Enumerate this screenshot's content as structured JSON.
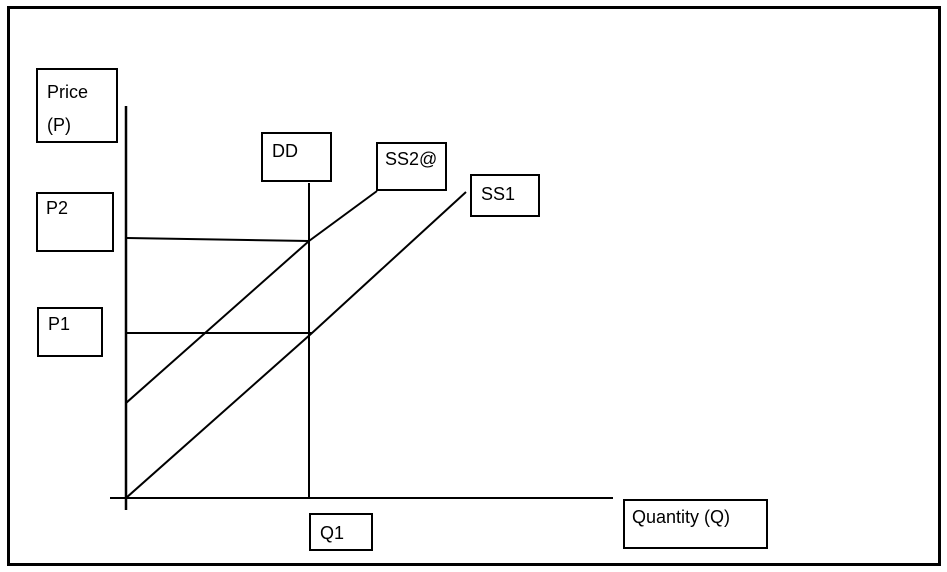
{
  "diagram": {
    "type": "supply-demand-diagram",
    "labels": {
      "price_axis_line1": "Price",
      "price_axis_line2": "(P)",
      "p2": "P2",
      "p1": "P1",
      "demand_curve": "DD",
      "supply_curve_2": "SS2@",
      "supply_curve_1": "SS1",
      "q1": "Q1",
      "quantity_axis": "Quantity (Q)"
    },
    "curves": [
      {
        "label": "DD",
        "role": "demand curve, vertical at Q1"
      },
      {
        "label": "SS2@",
        "role": "shifted supply curve, intersects DD at P2"
      },
      {
        "label": "SS1",
        "role": "original supply curve, intersects DD at P1"
      }
    ]
  },
  "colors": {
    "ink": "#000000",
    "background": "#ffffff"
  }
}
